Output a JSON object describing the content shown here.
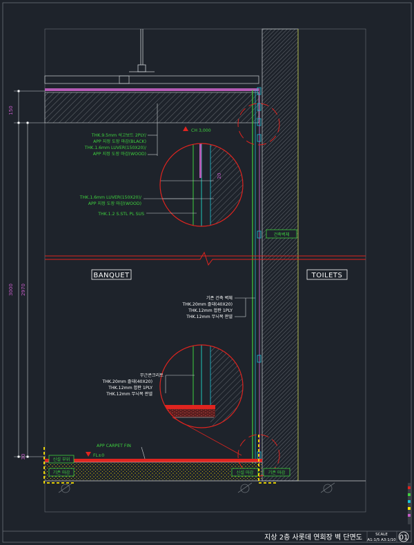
{
  "annotations": {
    "upper_callout": [
      "THK.9.5mm 석고보드 2PLY/",
      "APP 지정 도장 마감(BLACK)",
      "THK.1.6mm LUVER(150X20)/",
      "APP 지정 도장 마감(WOOD)"
    ],
    "detail1_callout": [
      "THK.1.6mm LUVER(150X20)/",
      "APP 지정 도장 마감(WOOD)"
    ],
    "detail1_plate": "THK.1.2 S.STL PL SUS",
    "ceiling_height": "CH 3,000",
    "existing_wall_tag": "건축벽체",
    "wall_callout": [
      "기존 건축 벽체",
      "THK.20mm 졸대(40X20)",
      "THK.12mm 합판 1PLY",
      "THK.12mm 무늬목 판넬"
    ],
    "detail2_callout": [
      "무근콘크리트",
      "THK.20mm 졸대(40X20)",
      "THK.12mm 합판 1PLY",
      "THK.12mm 무늬목 판넬"
    ],
    "carpet": "APP CARPET FIN",
    "floor_level": "FL±0",
    "tag_new_finish_left": "신설 부위",
    "tag_existing_finish_left": "기존 마감",
    "tag_new_finish_right": "신설 마감",
    "tag_existing_finish_right": "기존 마감"
  },
  "rooms": {
    "left": "BANQUET",
    "right": "TOILETS"
  },
  "dimensions": {
    "top_segment": "150",
    "overall": "3000",
    "inner": "2970",
    "detail_small": "20",
    "bottom": "30"
  },
  "title_block": {
    "title": "지상 2층 사롯데 연회장 벽 단면도",
    "scale_label": "SCALE",
    "scale_value": "A1:1/5 A3:1/10",
    "sheet_number": "01"
  },
  "colors": {
    "background": "#1e232b",
    "line": "#cfd3d6",
    "green": "#3fd23f",
    "red": "#e0241f",
    "magenta": "#c45cc7",
    "yellow": "#ffe600",
    "cyan": "#19c3d6"
  }
}
